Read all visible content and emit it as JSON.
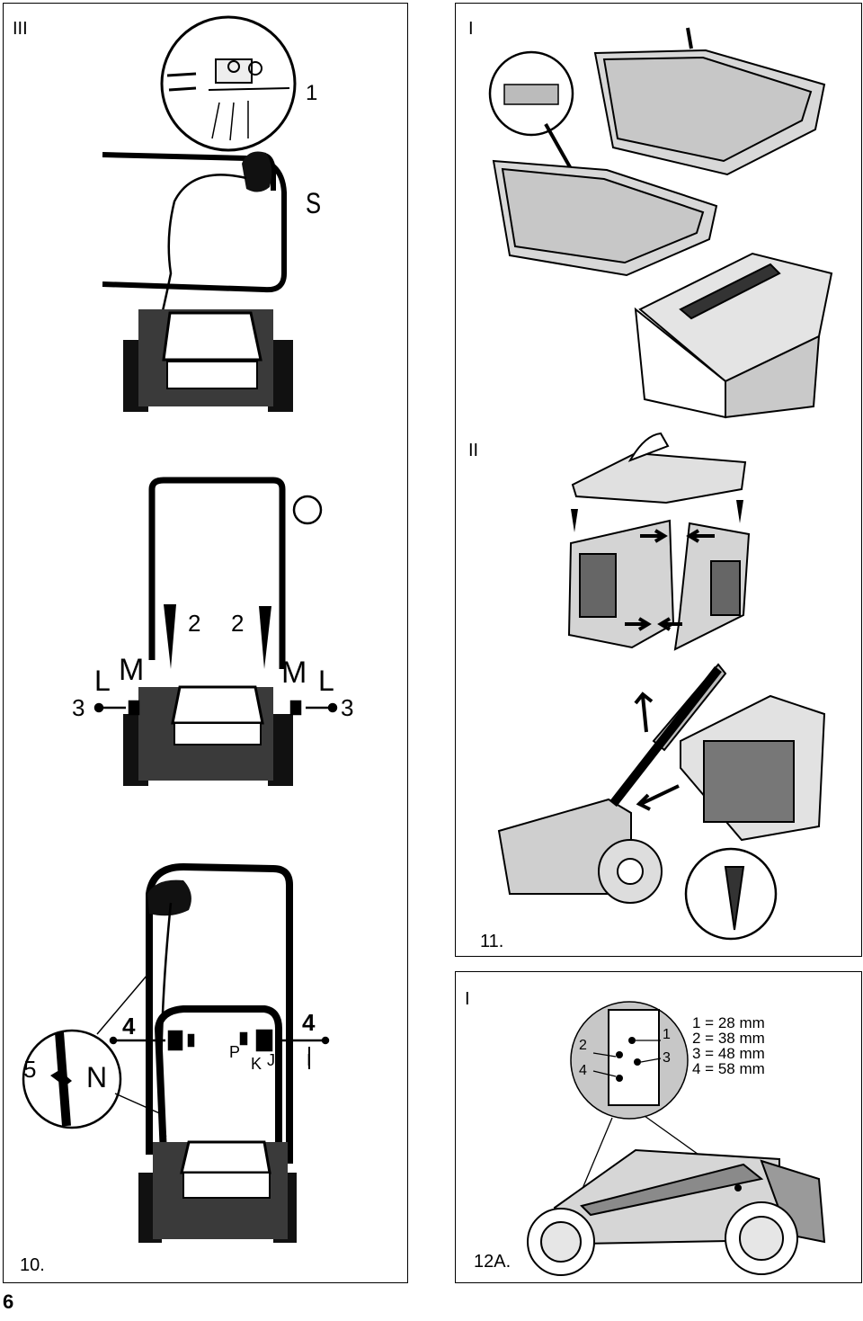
{
  "page_number": "6",
  "figure_10": {
    "caption": "10.",
    "step_III": {
      "marker": "III",
      "callout_1": "1",
      "letter_S": "S"
    },
    "step_O": {
      "marker_2a": "2",
      "marker_2b": "2",
      "letter_M_left": "M",
      "letter_L_left": "L",
      "letter_M_right": "M",
      "letter_L_right": "L",
      "marker_3_left": "3",
      "marker_3_right": "3"
    },
    "step_bottom": {
      "marker_4_left": "4",
      "marker_4_right": "4",
      "marker_5": "5",
      "letter_N": "N",
      "letter_P": "P",
      "letter_K": "K",
      "letter_J": "J",
      "letter_I": "I"
    }
  },
  "figure_11": {
    "caption": "11.",
    "step_I": "I",
    "step_II": "II"
  },
  "figure_12A": {
    "caption": "12A.",
    "step_I": "I",
    "callouts": [
      "1",
      "2",
      "3",
      "4"
    ],
    "heights": [
      "1 = 28 mm",
      "2 = 38 mm",
      "3 = 48 mm",
      "4 = 58 mm"
    ]
  }
}
